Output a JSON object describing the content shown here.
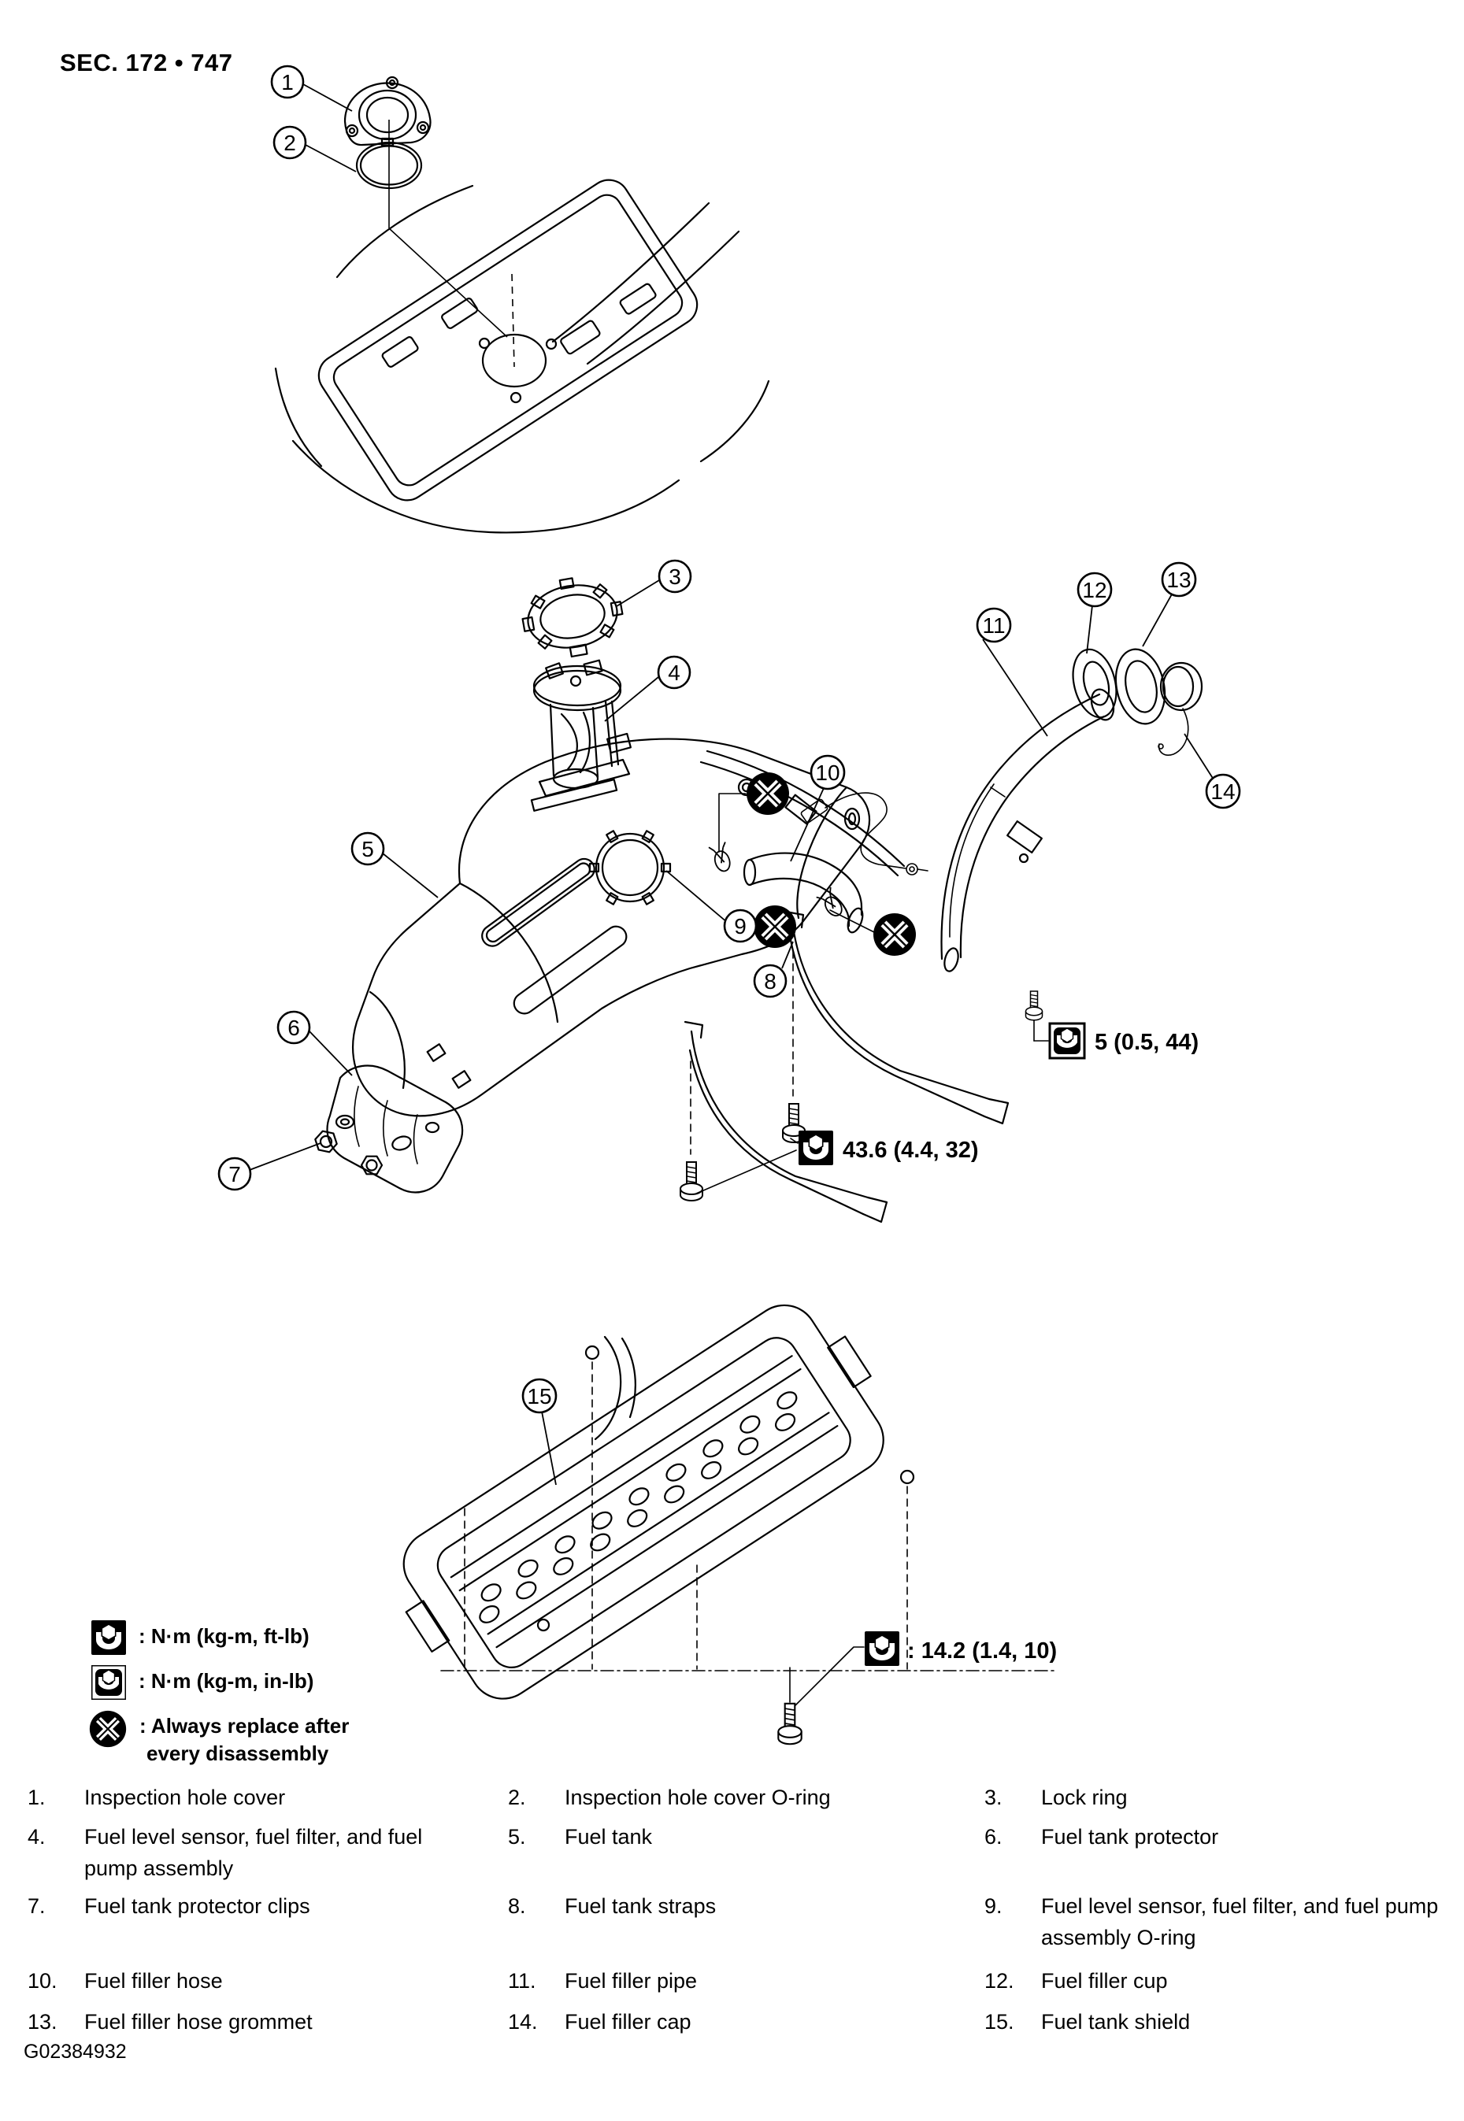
{
  "header": {
    "title": "SEC. 172 • 747"
  },
  "figure_code": "G02384932",
  "callouts": [
    {
      "n": "1"
    },
    {
      "n": "2"
    },
    {
      "n": "3"
    },
    {
      "n": "4"
    },
    {
      "n": "5"
    },
    {
      "n": "6"
    },
    {
      "n": "7"
    },
    {
      "n": "8"
    },
    {
      "n": "9"
    },
    {
      "n": "10"
    },
    {
      "n": "11"
    },
    {
      "n": "12"
    },
    {
      "n": "13"
    },
    {
      "n": "14"
    },
    {
      "n": "15"
    }
  ],
  "torque_specs": [
    {
      "icon": "wrench-in-lb-icon",
      "text": "5 (0.5, 44)"
    },
    {
      "icon": "wrench-ft-lb-icon",
      "text": "43.6 (4.4, 32)"
    },
    {
      "icon": "wrench-ft-lb-icon",
      "text": ": 14.2 (1.4, 10)"
    }
  ],
  "legend": [
    {
      "icon": "wrench-ft-lb-icon",
      "text": ": N·m (kg-m, ft-lb)"
    },
    {
      "icon": "wrench-in-lb-icon",
      "text": ": N·m (kg-m, in-lb)"
    },
    {
      "icon": "always-replace-icon",
      "text": ": Always replace after",
      "text2": "every disassembly"
    }
  ],
  "parts": [
    {
      "num": "1.",
      "label": "Inspection hole cover"
    },
    {
      "num": "2.",
      "label": "Inspection hole cover O-ring"
    },
    {
      "num": "3.",
      "label": "Lock ring"
    },
    {
      "num": "4.",
      "label": "Fuel level sensor, fuel filter, and fuel pump assembly"
    },
    {
      "num": "5.",
      "label": "Fuel tank"
    },
    {
      "num": "6.",
      "label": "Fuel tank protector"
    },
    {
      "num": "7.",
      "label": "Fuel tank protector clips"
    },
    {
      "num": "8.",
      "label": "Fuel tank straps"
    },
    {
      "num": "9.",
      "label": "Fuel level sensor, fuel filter, and fuel pump assembly O-ring"
    },
    {
      "num": "10.",
      "label": "Fuel filler hose"
    },
    {
      "num": "11.",
      "label": "Fuel filler pipe"
    },
    {
      "num": "12.",
      "label": "Fuel filler cup"
    },
    {
      "num": "13.",
      "label": "Fuel filler hose grommet"
    },
    {
      "num": "14.",
      "label": "Fuel filler cap"
    },
    {
      "num": "15.",
      "label": "Fuel tank shield"
    }
  ],
  "colors": {
    "line": "#000000",
    "background": "#ffffff"
  }
}
